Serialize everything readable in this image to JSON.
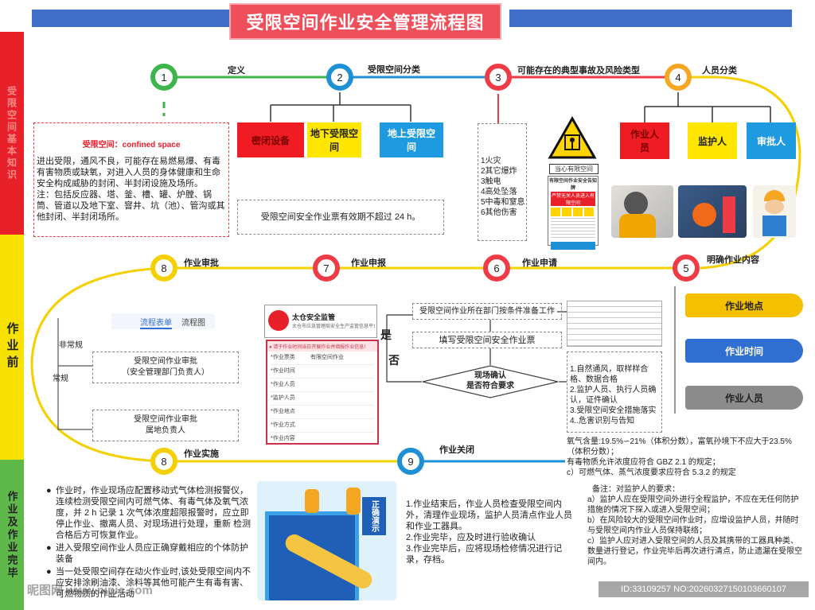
{
  "title": "受限空间作业安全管理流程图",
  "sidebar": {
    "s1": "受限空间基本知识",
    "s2": "作业前",
    "s3": "作业及作业完毕"
  },
  "steps": {
    "n1": "1",
    "n2": "2",
    "n3": "3",
    "n4": "4",
    "n5": "5",
    "n6": "6",
    "n7": "7",
    "n8a": "8",
    "n8b": "8",
    "n9": "9",
    "l1": "定义",
    "l2": "受限空间分类",
    "l3": "可能存在的典型事故及风险类型",
    "l4": "人员分类",
    "l5": "明确作业内容",
    "l6": "作业申请",
    "l7": "作业申报",
    "l8a": "作业审批",
    "l8b": "作业实施",
    "l9": "作业关闭"
  },
  "definition": {
    "heading": "受限空间：confined space",
    "body": "进出受限，通风不良，可能存在易燃易爆、有毒有害物质或缺氧，对进入人员的身体健康和生命安全构成威胁的封闭、半封闭设施及场所。",
    "note": "注：包括反应器、塔、釜、槽、罐、炉膛、锅筒、管道以及地下室、窨井、坑（池）、管沟或其他封闭、半封闭场所。"
  },
  "categories": {
    "c1": "密闭设备",
    "c2": "地下受限空间",
    "c3": "地上受限空间",
    "validity": "受限空间安全作业票有效期不超过 24 h。"
  },
  "risks": {
    "items": [
      "1火灾",
      "2其它爆炸",
      "3触电",
      "4高处坠落",
      "5中毒和窒息",
      "6其他伤害"
    ],
    "sign_caption": "当心有限空间",
    "board_title": "有限空间作业安全告知牌",
    "board_warning": "严禁无关人员进入有限空间"
  },
  "personnel": {
    "p1": "作业人员",
    "p2": "监护人",
    "p3": "审批人"
  },
  "content_tags": {
    "t1": "作业地点",
    "t2": "作业时间",
    "t3": "作业人员"
  },
  "approval": {
    "tab_active": "流程表单",
    "tab_other": "流程图",
    "branch_abnormal": "非常规",
    "branch_normal": "常规",
    "box1": "受限空间作业审批\n（安全管理部门负责人）",
    "box2": "受限空间作业审批\n属地负责人"
  },
  "form_app": {
    "org": "太仓安全监管",
    "org_sub": "太仓市应急管理局安全生产监管信息平台小程序",
    "banner": "● 请于作业时间当日开展作业并填报作业信息！",
    "fields": [
      "*作业票类",
      "*作业时间",
      "*作业人员",
      "*监护人员",
      "*作业地点",
      "*作业方式",
      "*作业内容"
    ],
    "field_value": "有限空间作业"
  },
  "application": {
    "a1": "受限空间作业所在部门按条件准备工作",
    "a2": "填写受限空间安全作业票",
    "decision": "现场确认\n是否符合要求",
    "yes": "是",
    "no": "否",
    "checks": "1.自然通风，取样样合格、数据合格\n2.监护人员、执行人员确认，证件确认\n3.受限空间安全措施落实\n4..危害识别与告知"
  },
  "gas": {
    "text": "氧气含量:19.5%∽21%（体积分数），富氧孙境下不应大于23.5%（体积分数）；\n有毒物质允许浓度应符合 GBZ 2.1 的规定；\nc）可燃气体、蒸气浓度要求应符合 5.3.2 的规定"
  },
  "implementation": {
    "bullets": [
      "作业时，作业现场应配置移动式气体检测报警仪，连续检测受限空间内可燃气体、有毒气体及氧气浓度，并 2 h 记录 1 次气体浓度超限报警时，应立即停止作业、撤离人员、对现场进行处理，重新 检测合格后方可恢复作业。",
      "进入受限空间作业人员应正确穿戴相应的个体防护装备",
      "当一处受限空间存在动火作业时,该处受限空间内不应安排涂刷油漆、涂料等其他可能产生有毒有害、可燃物质的作业活动"
    ],
    "illus_label": "正确演示"
  },
  "closing": {
    "text": "1.作业结束后，作业人员检查受限空间内外，清理作业现场，监护人员清点作业人员和作业工器具。\n2.作业完毕，应及时进行验收确认\n3.作业完毕后，应将现场检修情况进行记录，存档。"
  },
  "remarks": {
    "heading": "备注：对监护人的要求：",
    "a": "a）监护人应在受限空间外进行全程监护，不应在无任何防护措施的情况下探入或进入受限空间；",
    "b": "b）在风险较大的受限空间作业时，应增设监护人员，并随时与受限空间内作业人员保持联络；",
    "c": "c）监护人应对进入受限空间的人员及其携带的工器具种类、数量进行登记，作业完毕后再次进行清点，防止遗漏在受限空间内。"
  },
  "watermark": {
    "left": "昵图网 www.nipic.com",
    "right": "ID:33109257 NO:20260327150103660107"
  },
  "colors": {
    "red": "#ef3b45",
    "blue": "#1e90d6",
    "yellow": "#f5d000",
    "green": "#3cb54a",
    "orange": "#f5a623",
    "title_bg": "#ef4f5a",
    "banner": "#3f6fc6"
  }
}
